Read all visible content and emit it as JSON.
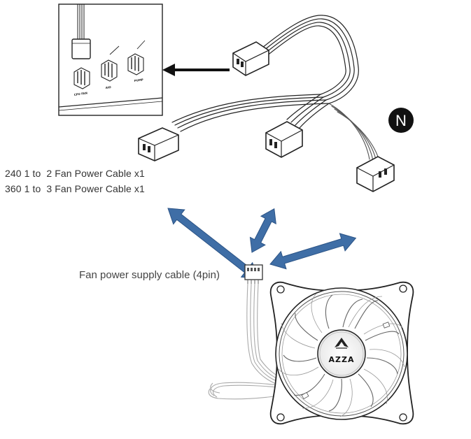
{
  "diagram": {
    "badge_letter": "N",
    "cable_lines": [
      "240 1 to  2 Fan Power Cable x1",
      "360 1 to  3 Fan Power Cable x1"
    ],
    "fan_cable_label": "Fan power supply cable (4pin)",
    "fan_logo_text": "AZZA",
    "motherboard_headers": [
      "CPU FAN",
      "AIO",
      "PUMP"
    ],
    "colors": {
      "arrow_blue": "#3f6ea6",
      "arrow_edge": "#2c5486",
      "badge": "#111111",
      "line_art": "#222222"
    }
  }
}
